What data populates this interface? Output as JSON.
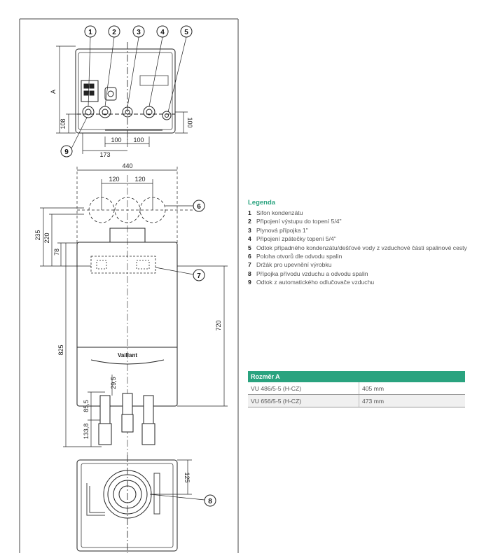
{
  "callouts": [
    "1",
    "2",
    "3",
    "4",
    "5",
    "6",
    "7",
    "8",
    "9"
  ],
  "dimensions": {
    "a": "A",
    "d108": "108",
    "d100_right": "100",
    "d100_a": "100",
    "d100_b": "100",
    "d173": "173",
    "d440": "440",
    "d120_a": "120",
    "d120_b": "120",
    "d235": "235",
    "d220": "220",
    "d78": "78",
    "d720": "720",
    "d825": "825",
    "d29_5": "29,5",
    "d85_5": "85,5",
    "d133_8": "133,8",
    "d125": "125"
  },
  "brand": "Vaillant",
  "legend": {
    "title": "Legenda",
    "items": [
      {
        "num": "1",
        "text": "Sifon kondenzátu"
      },
      {
        "num": "2",
        "text": "Připojení výstupu do topení 5/4\""
      },
      {
        "num": "3",
        "text": "Plynová přípojka 1\""
      },
      {
        "num": "4",
        "text": "Připojení zpátečky topení 5/4\""
      },
      {
        "num": "5",
        "text": "Odtok případného kondenzátu/dešťové vody z vzduchové části spalinové cesty"
      },
      {
        "num": "6",
        "text": "Poloha otvorů dle odvodu spalin"
      },
      {
        "num": "7",
        "text": "Držák pro upevnění výrobku"
      },
      {
        "num": "8",
        "text": "Přípojka přívodu vzduchu a odvodu spalin"
      },
      {
        "num": "9",
        "text": "Odtok z automatického odlučovače vzduchu"
      }
    ]
  },
  "table": {
    "header": "Rozměr A",
    "rows": [
      {
        "model": "VU 486/5-5 (H-CZ)",
        "value": "405 mm"
      },
      {
        "model": "VU 656/5-5 (H-CZ)",
        "value": "473 mm"
      }
    ]
  },
  "colors": {
    "accent": "#2aa37f",
    "line": "#222222"
  }
}
